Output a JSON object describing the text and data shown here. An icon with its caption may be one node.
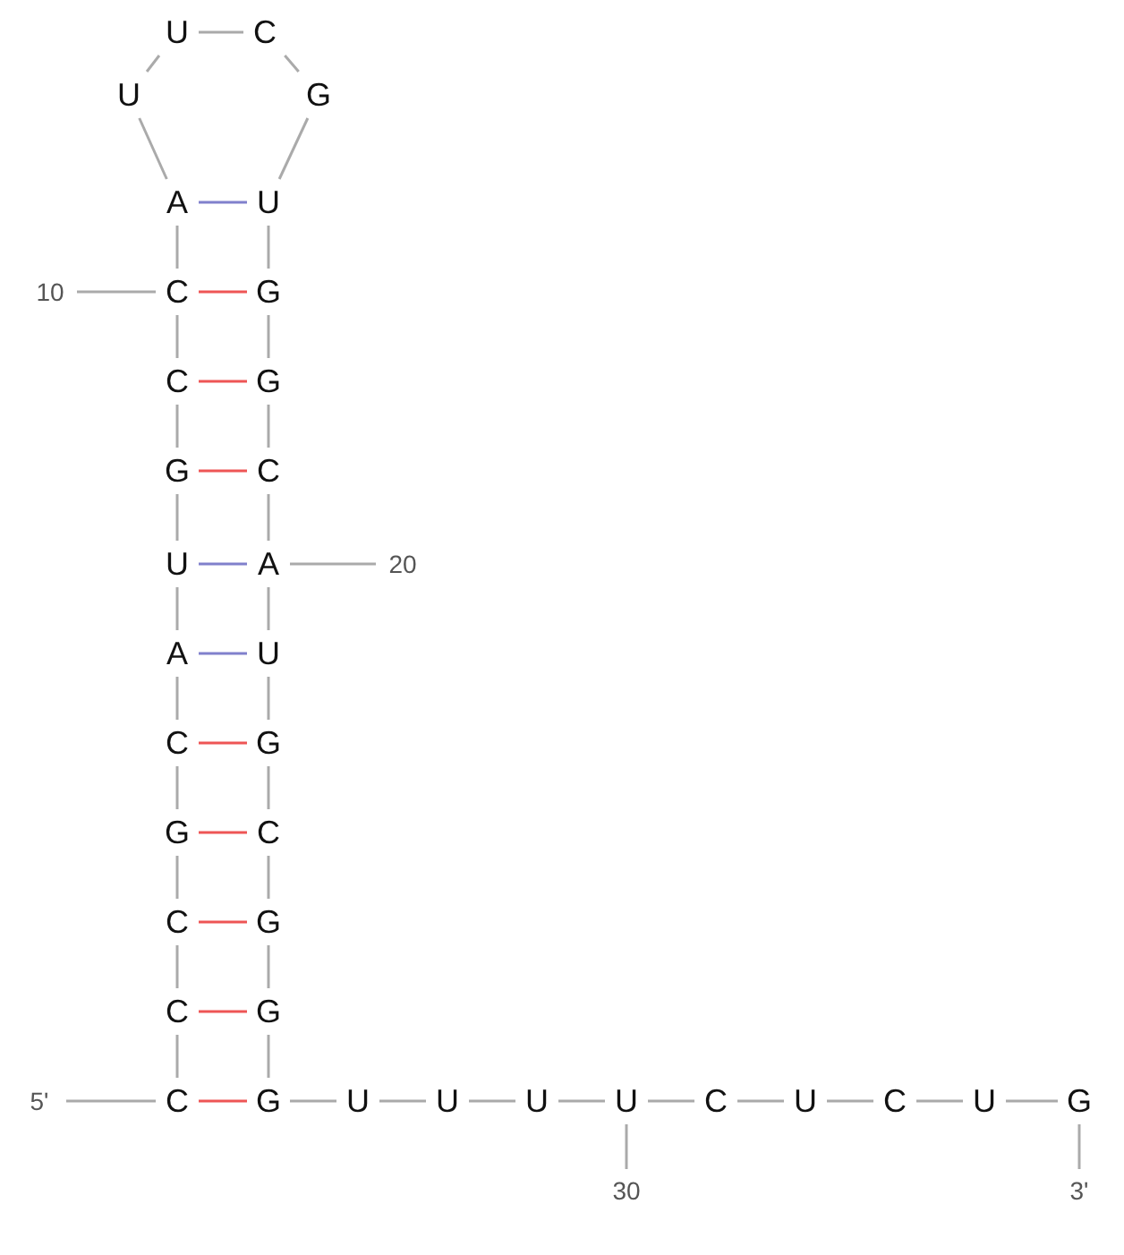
{
  "diagram": {
    "nodes": [
      {
        "text": [
          "C"
        ]
      },
      {
        "text": [
          "C"
        ]
      },
      {
        "text": [
          "C"
        ]
      },
      {
        "text": [
          "G"
        ]
      },
      {
        "text": [
          "C"
        ]
      },
      {
        "text": [
          "A"
        ]
      },
      {
        "text": [
          "U"
        ]
      },
      {
        "text": [
          "G"
        ]
      },
      {
        "text": [
          "C"
        ]
      },
      {
        "text": [
          "C"
        ]
      },
      {
        "text": [
          "A"
        ]
      },
      {
        "text": [
          "U"
        ]
      },
      {
        "text": [
          "U"
        ]
      },
      {
        "text": [
          "C"
        ]
      },
      {
        "text": [
          "G"
        ]
      },
      {
        "text": [
          "U"
        ]
      },
      {
        "text": [
          "G"
        ]
      },
      {
        "text": [
          "G"
        ]
      },
      {
        "text": [
          "C"
        ]
      },
      {
        "text": [
          "A"
        ]
      },
      {
        "text": [
          "U"
        ]
      },
      {
        "text": [
          "G"
        ]
      },
      {
        "text": [
          "C"
        ]
      },
      {
        "text": [
          "G"
        ]
      },
      {
        "text": [
          "G"
        ]
      },
      {
        "text": [
          "G"
        ]
      },
      {
        "text": [
          "U"
        ]
      },
      {
        "text": [
          "U"
        ]
      },
      {
        "text": [
          "U"
        ]
      },
      {
        "text": [
          "U"
        ]
      },
      {
        "text": [
          "C"
        ]
      },
      {
        "text": [
          "U"
        ]
      },
      {
        "text": [
          "C"
        ]
      },
      {
        "text": [
          "U"
        ]
      },
      {
        "text": [
          "G"
        ]
      },
      {
        "text": [
          "5'"
        ]
      },
      {
        "text": [
          "10"
        ]
      },
      {
        "text": [
          "20"
        ]
      },
      {
        "text": [
          "30"
        ]
      },
      {
        "text": [
          "3'"
        ]
      }
    ],
    "edges": [
      {
        "from": 0,
        "to": 1,
        "arrow": "none"
      },
      {
        "from": 1,
        "to": 2,
        "arrow": "none"
      },
      {
        "from": 2,
        "to": 3,
        "arrow": "none"
      },
      {
        "from": 3,
        "to": 4,
        "arrow": "none"
      },
      {
        "from": 4,
        "to": 5,
        "arrow": "none"
      },
      {
        "from": 5,
        "to": 6,
        "arrow": "none"
      },
      {
        "from": 6,
        "to": 7,
        "arrow": "none"
      },
      {
        "from": 7,
        "to": 8,
        "arrow": "none"
      },
      {
        "from": 8,
        "to": 9,
        "arrow": "none"
      },
      {
        "from": 9,
        "to": 10,
        "arrow": "none"
      },
      {
        "from": 10,
        "to": 11,
        "arrow": "none"
      },
      {
        "from": 11,
        "to": 12,
        "arrow": "none"
      },
      {
        "from": 12,
        "to": 13,
        "arrow": "none"
      },
      {
        "from": 13,
        "to": 14,
        "arrow": "none"
      },
      {
        "from": 14,
        "to": 15,
        "arrow": "none"
      },
      {
        "from": 15,
        "to": 16,
        "arrow": "none"
      },
      {
        "from": 16,
        "to": 17,
        "arrow": "none"
      },
      {
        "from": 17,
        "to": 18,
        "arrow": "none"
      },
      {
        "from": 18,
        "to": 19,
        "arrow": "none"
      },
      {
        "from": 19,
        "to": 20,
        "arrow": "none"
      },
      {
        "from": 20,
        "to": 21,
        "arrow": "none"
      },
      {
        "from": 21,
        "to": 22,
        "arrow": "none"
      },
      {
        "from": 22,
        "to": 23,
        "arrow": "none"
      },
      {
        "from": 23,
        "to": 24,
        "arrow": "none"
      },
      {
        "from": 24,
        "to": 25,
        "arrow": "none"
      },
      {
        "from": 25,
        "to": 26,
        "arrow": "none"
      },
      {
        "from": 26,
        "to": 27,
        "arrow": "none"
      },
      {
        "from": 27,
        "to": 28,
        "arrow": "none"
      },
      {
        "from": 28,
        "to": 29,
        "arrow": "none"
      },
      {
        "from": 29,
        "to": 30,
        "arrow": "none"
      },
      {
        "from": 30,
        "to": 31,
        "arrow": "none"
      },
      {
        "from": 31,
        "to": 32,
        "arrow": "none"
      },
      {
        "from": 32,
        "to": 33,
        "arrow": "none"
      },
      {
        "from": 33,
        "to": 34,
        "arrow": "none"
      },
      {
        "from": 0,
        "to": 25,
        "arrow": "none",
        "color": "#ee5555"
      },
      {
        "from": 1,
        "to": 24,
        "arrow": "none",
        "color": "#ee5555"
      },
      {
        "from": 2,
        "to": 23,
        "arrow": "none",
        "color": "#ee5555"
      },
      {
        "from": 3,
        "to": 22,
        "arrow": "none",
        "color": "#ee5555"
      },
      {
        "from": 4,
        "to": 21,
        "arrow": "none",
        "color": "#ee5555"
      },
      {
        "from": 5,
        "to": 20,
        "arrow": "none",
        "color": "#8080cc"
      },
      {
        "from": 6,
        "to": 19,
        "arrow": "none",
        "color": "#8080cc"
      },
      {
        "from": 7,
        "to": 18,
        "arrow": "none",
        "color": "#ee5555"
      },
      {
        "from": 8,
        "to": 17,
        "arrow": "none",
        "color": "#ee5555"
      },
      {
        "from": 9,
        "to": 16,
        "arrow": "none",
        "color": "#ee5555"
      },
      {
        "from": 10,
        "to": 15,
        "arrow": "none",
        "color": "#8080cc"
      },
      {
        "from": 35,
        "to": 0,
        "arrow": "none"
      },
      {
        "from": 36,
        "to": 9,
        "arrow": "none"
      },
      {
        "from": 37,
        "to": 19,
        "arrow": "none"
      },
      {
        "from": 38,
        "to": 29,
        "arrow": "none"
      },
      {
        "from": 39,
        "to": 34,
        "arrow": "none"
      }
    ]
  }
}
